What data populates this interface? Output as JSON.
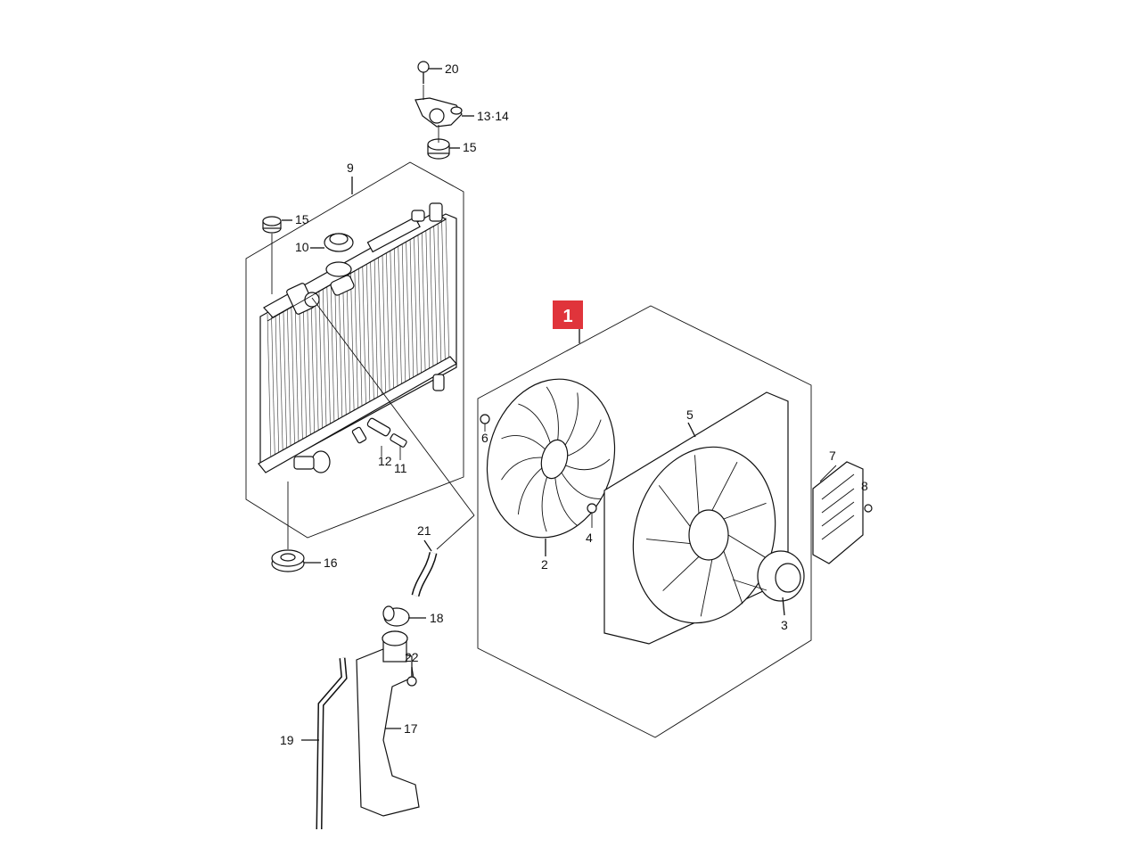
{
  "highlight": {
    "number": "1",
    "color": "#e0343b"
  },
  "callouts": {
    "c20": "20",
    "c13_14": "13·14",
    "c15a": "15",
    "c9": "9",
    "c15b": "15",
    "c10": "10",
    "c12": "12",
    "c11": "11",
    "c16": "16",
    "c21": "21",
    "c18": "18",
    "c22": "22",
    "c19": "19",
    "c17": "17",
    "c6": "6",
    "c2": "2",
    "c4": "4",
    "c5": "5",
    "c3": "3",
    "c7": "7",
    "c8": "8"
  }
}
